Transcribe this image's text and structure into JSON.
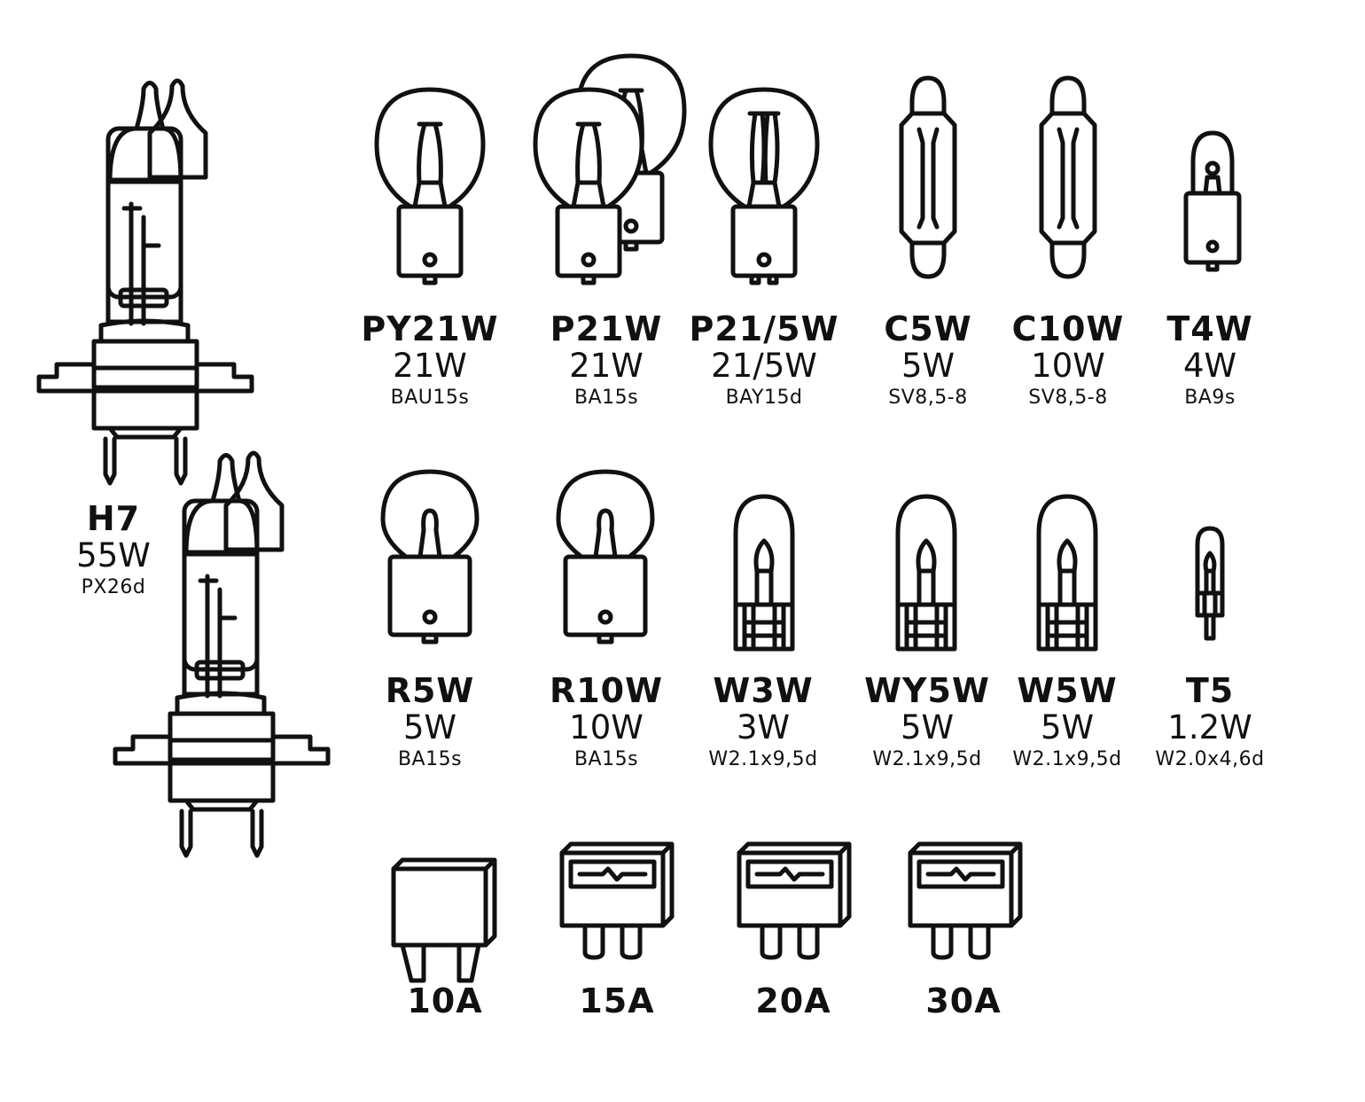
{
  "h7": {
    "code": "H7",
    "watt": "55W",
    "base": "PX26d",
    "icon": "h7-halogen-bulb-icon"
  },
  "row1": [
    {
      "code": "PY21W",
      "watt": "21W",
      "base": "BAU15s",
      "icon": "single-filament-bulb-icon"
    },
    {
      "code": "P21W",
      "watt": "21W",
      "base": "BA15s",
      "icon": "double-bulb-icon"
    },
    {
      "code": "P21/5W",
      "watt": "21/5W",
      "base": "BAY15d",
      "icon": "dual-filament-bulb-icon"
    },
    {
      "code": "C5W",
      "watt": "5W",
      "base": "SV8,5-8",
      "icon": "festoon-bulb-icon"
    },
    {
      "code": "C10W",
      "watt": "10W",
      "base": "SV8,5-8",
      "icon": "festoon-bulb-icon"
    },
    {
      "code": "T4W",
      "watt": "4W",
      "base": "BA9s",
      "icon": "small-bayonet-bulb-icon"
    }
  ],
  "row2": [
    {
      "code": "R5W",
      "watt": "5W",
      "base": "BA15s",
      "icon": "round-bayonet-bulb-icon"
    },
    {
      "code": "R10W",
      "watt": "10W",
      "base": "BA15s",
      "icon": "round-bayonet-bulb-icon"
    },
    {
      "code": "W3W",
      "watt": "3W",
      "base": "W2.1x9,5d",
      "icon": "wedge-bulb-icon"
    },
    {
      "code": "WY5W",
      "watt": "5W",
      "base": "W2.1x9,5d",
      "icon": "wedge-bulb-icon"
    },
    {
      "code": "W5W",
      "watt": "5W",
      "base": "W2.1x9,5d",
      "icon": "wedge-bulb-icon"
    },
    {
      "code": "T5",
      "watt": "1.2W",
      "base": "W2.0x4,6d",
      "icon": "small-wedge-bulb-icon"
    }
  ],
  "fuses": [
    {
      "label": "10A",
      "icon": "blade-fuse-icon"
    },
    {
      "label": "15A",
      "icon": "blade-fuse-icon"
    },
    {
      "label": "20A",
      "icon": "blade-fuse-icon"
    },
    {
      "label": "30A",
      "icon": "blade-fuse-icon"
    }
  ]
}
